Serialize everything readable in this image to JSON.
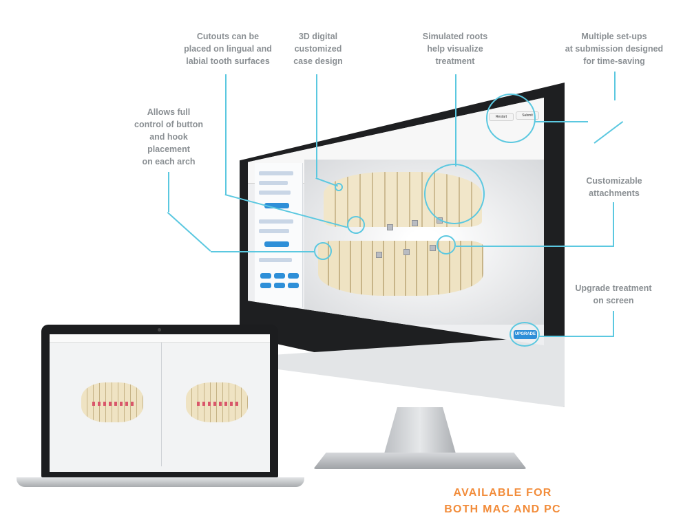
{
  "callouts": {
    "cutouts": [
      "Cutouts can be",
      "placed on lingual and",
      "labial tooth surfaces"
    ],
    "design": [
      "3D digital",
      "customized",
      "case design"
    ],
    "roots": [
      "Simulated roots",
      "help visualize",
      "treatment"
    ],
    "setups": [
      "Multiple set-ups",
      "at submission designed",
      "for time-saving"
    ],
    "buttons": [
      "Allows full",
      "control of button",
      "and hook",
      "placement",
      "on each arch"
    ],
    "attachments": [
      "Customizable",
      "attachments"
    ],
    "upgrade": [
      "Upgrade treatment",
      "on screen"
    ]
  },
  "screen": {
    "upgrade_label": "UPGRADE",
    "restart_label": "Restart",
    "submit_label": "Submit"
  },
  "tagline": [
    "AVAILABLE FOR",
    "BOTH MAC AND PC"
  ],
  "colors": {
    "accent_line": "#5bc8e0",
    "callout_text": "#8a8f93",
    "tagline": "#f28c3a"
  }
}
